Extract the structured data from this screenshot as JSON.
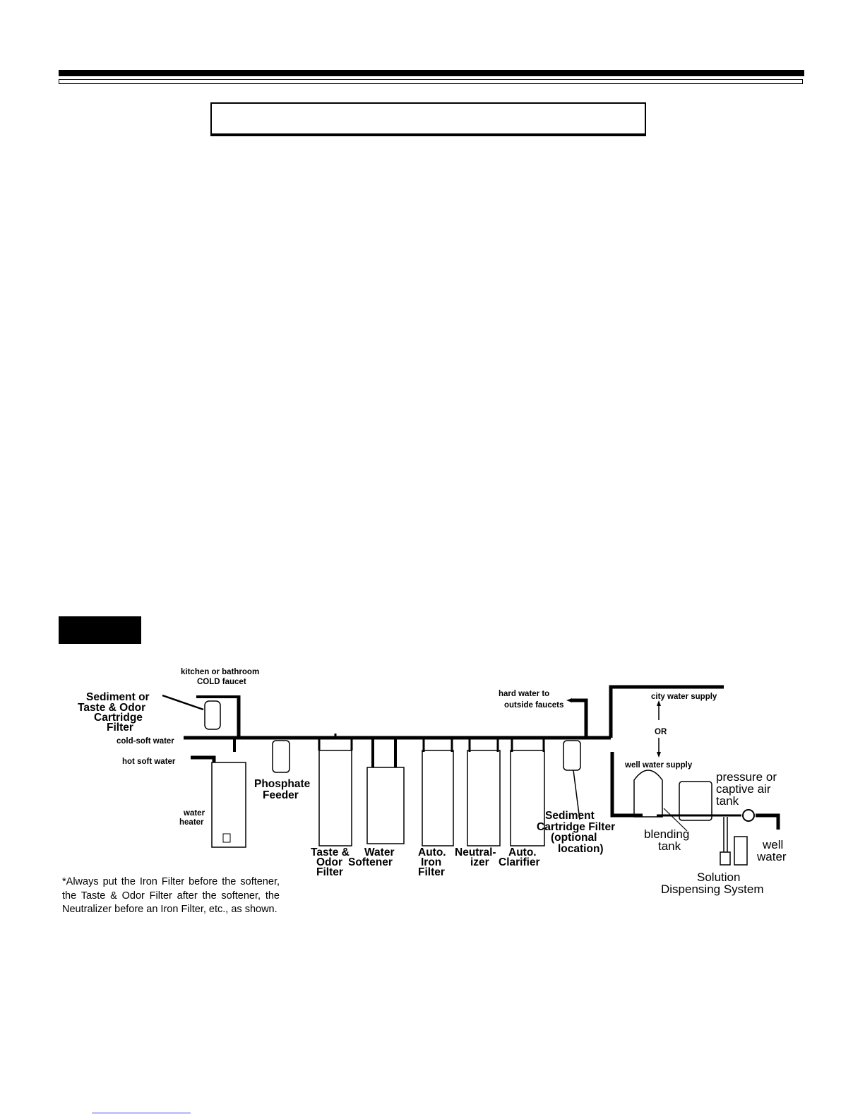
{
  "labels": {
    "kitchen_faucet_1": "kitchen or bathroom",
    "kitchen_faucet_2": "COLD faucet",
    "sediment_cart_1": "Sediment or",
    "sediment_cart_2": "Taste & Odor",
    "sediment_cart_3": "Cartridge",
    "sediment_cart_4": "Filter",
    "cold_soft": "cold-soft water",
    "hot_soft": "hot soft water",
    "water_heater_1": "water",
    "water_heater_2": "heater",
    "phosphate_1": "Phosphate",
    "phosphate_2": "Feeder",
    "taste_odor_1": "Taste &",
    "taste_odor_2": "Odor",
    "taste_odor_3": "Filter",
    "softener_1": "Water",
    "softener_2": "Softener",
    "iron_1": "Auto.",
    "iron_2": "Iron",
    "iron_3": "Filter",
    "neutralizer_1": "Neutral-",
    "neutralizer_2": "izer",
    "clarifier_1": "Auto.",
    "clarifier_2": "Clarifier",
    "hard_water_1": "hard water to",
    "hard_water_2": "outside faucets",
    "sed_filter_1": "Sediment",
    "sed_filter_2": "Cartridge Filter",
    "sed_filter_3": "(optional",
    "sed_filter_4": "location)",
    "city_water": "city water supply",
    "or": "OR",
    "well_supply": "well water supply",
    "pressure_1": "pressure or",
    "pressure_2": "captive air",
    "pressure_3": "tank",
    "blending_1": "blending",
    "blending_2": "tank",
    "well_water_1": "well",
    "well_water_2": "water",
    "solution_1": "Solution",
    "solution_2": "Dispensing System"
  },
  "footnote": "*Always put the Iron Filter before the softener, the Taste & Odor Filter after the softener, the Neutralizer before an Iron Filter, etc., as shown."
}
